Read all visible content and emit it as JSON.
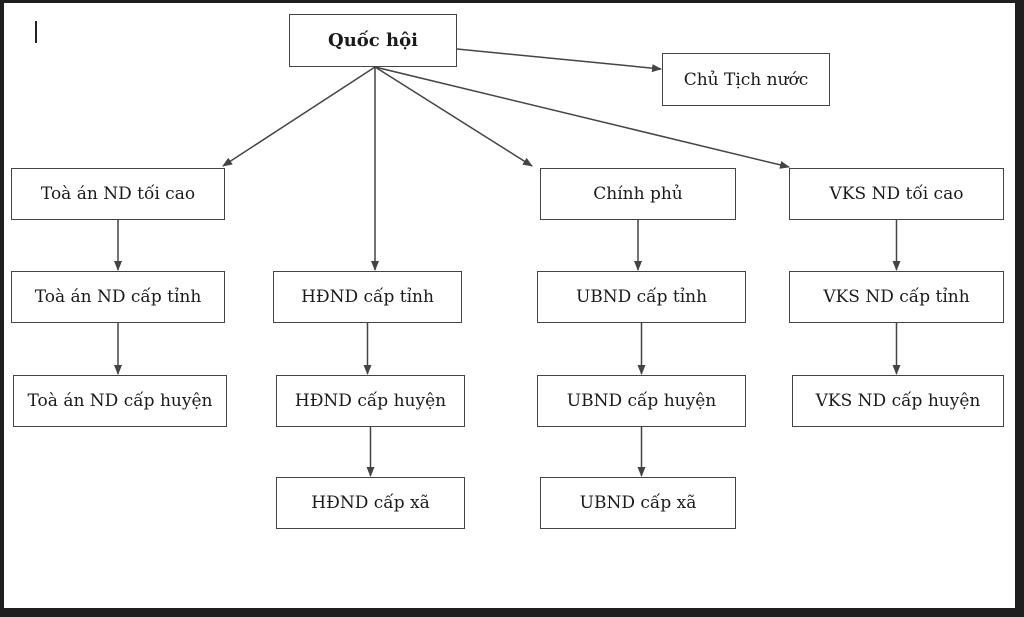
{
  "diagram": {
    "nodes": {
      "quoc_hoi": "Quốc hội",
      "chu_tich_nuoc": "Chủ Tịch nước",
      "toa_an_toi_cao": "Toà án ND tối cao",
      "toa_an_tinh": "Toà án ND cấp tỉnh",
      "toa_an_huyen": "Toà án ND cấp huyện",
      "hdnd_tinh": "HĐND cấp tỉnh",
      "hdnd_huyen": "HĐND cấp huyện",
      "hdnd_xa": "HĐND cấp xã",
      "chinh_phu": "Chính phủ",
      "ubnd_tinh": "UBND cấp tỉnh",
      "ubnd_huyen": "UBND cấp huyện",
      "ubnd_xa": "UBND cấp xã",
      "vks_toi_cao": "VKS ND tối cao",
      "vks_tinh": "VKS ND cấp tỉnh",
      "vks_huyen": "VKS ND cấp huyện"
    },
    "edges": [
      [
        "quoc_hoi",
        "chu_tich_nuoc"
      ],
      [
        "quoc_hoi",
        "toa_an_toi_cao"
      ],
      [
        "quoc_hoi",
        "hdnd_tinh"
      ],
      [
        "quoc_hoi",
        "chinh_phu"
      ],
      [
        "quoc_hoi",
        "vks_toi_cao"
      ],
      [
        "toa_an_toi_cao",
        "toa_an_tinh"
      ],
      [
        "toa_an_tinh",
        "toa_an_huyen"
      ],
      [
        "hdnd_tinh",
        "hdnd_huyen"
      ],
      [
        "hdnd_huyen",
        "hdnd_xa"
      ],
      [
        "chinh_phu",
        "ubnd_tinh"
      ],
      [
        "ubnd_tinh",
        "ubnd_huyen"
      ],
      [
        "ubnd_huyen",
        "ubnd_xa"
      ],
      [
        "vks_toi_cao",
        "vks_tinh"
      ],
      [
        "vks_tinh",
        "vks_huyen"
      ]
    ]
  }
}
